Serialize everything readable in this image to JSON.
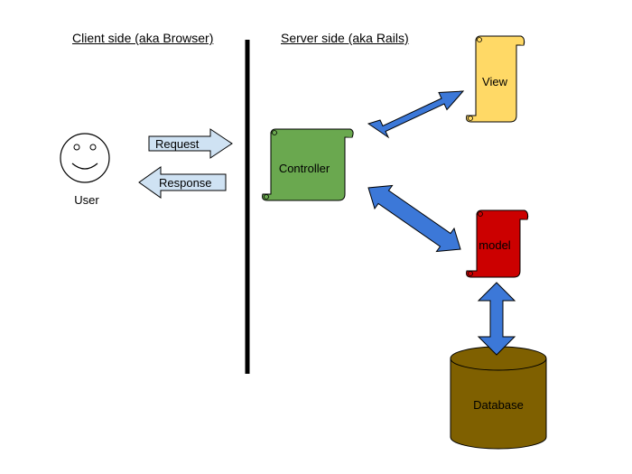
{
  "headings": {
    "client": "Client side (aka Browser)",
    "server": "Server side (aka Rails)"
  },
  "user": {
    "label": "User"
  },
  "arrows": {
    "request": "Request",
    "response": "Response"
  },
  "nodes": {
    "controller": "Controller",
    "view": "View",
    "model": "model",
    "database": "Database"
  },
  "colors": {
    "controller": "#6aa84f",
    "view": "#ffd966",
    "model": "#cc0000",
    "database": "#7f6000",
    "link_arrow": "#3c78d8",
    "message_arrow": "#cfe2f3"
  }
}
